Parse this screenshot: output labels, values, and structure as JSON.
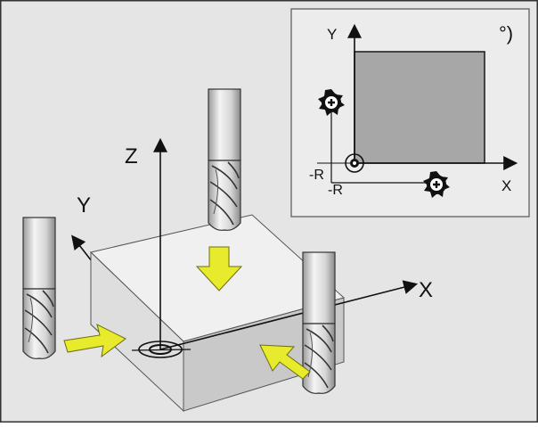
{
  "main_view": {
    "axis_x": "X",
    "axis_y": "Y",
    "axis_z": "Z"
  },
  "inset": {
    "axis_x": "X",
    "axis_y": "Y",
    "corner_mark": "°)",
    "offset_label_x": "-R",
    "offset_label_y": "-R"
  },
  "colors": {
    "background": "#e5e5e5",
    "inset_background": "#ececec",
    "block_top": "#f0f0f0",
    "block_front": "#dedede",
    "block_side": "#c9c9c9",
    "inset_square": "#a7a7a7",
    "arrow_fill": "#e8ea2c",
    "arrow_stroke": "#6c6d10"
  },
  "icons": [
    "probe-arrow-icon",
    "end-mill-icon",
    "milling-cutter-icon",
    "reference-point-icon"
  ]
}
